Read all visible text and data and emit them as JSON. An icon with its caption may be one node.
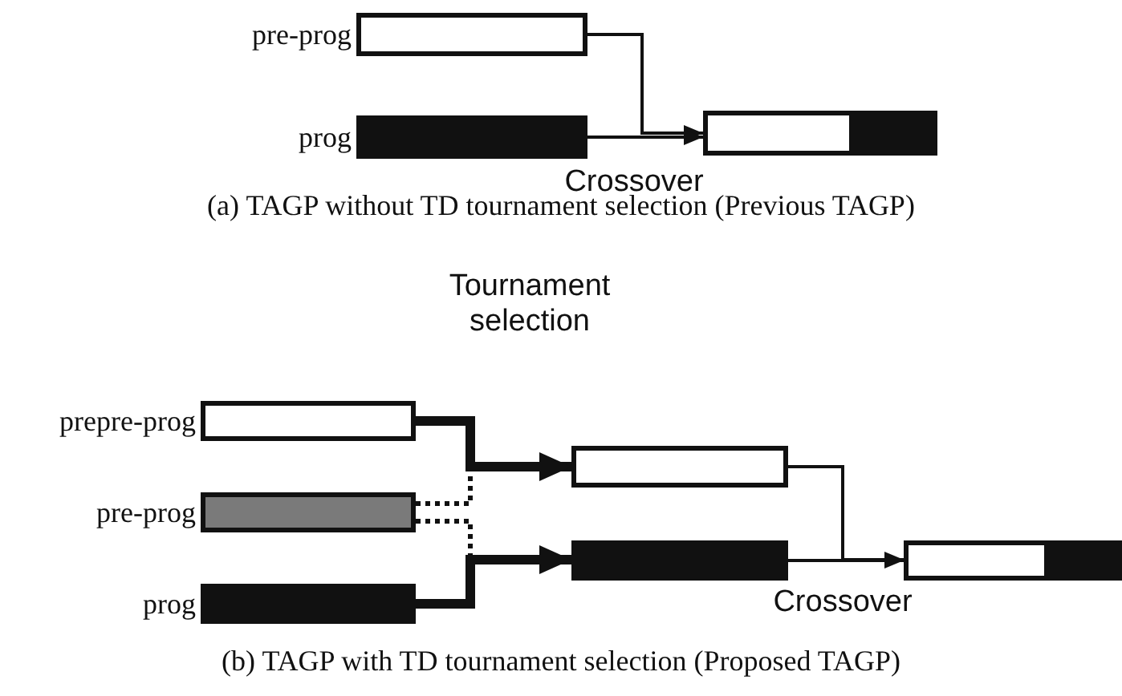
{
  "diagram": {
    "nodes": [
      {
        "text": [],
        "shape": "bar",
        "beside": [
          "pre-prog"
        ]
      },
      {
        "text": [],
        "shape": "bar",
        "beside": [
          "prog"
        ]
      },
      {
        "text": [],
        "shape": "bar"
      },
      {
        "text": [],
        "shape": "bar",
        "beside": [
          "prepre-prog"
        ]
      },
      {
        "text": [],
        "shape": "bar",
        "beside": [
          "pre-prog"
        ]
      },
      {
        "text": [],
        "shape": "bar",
        "beside": [
          "prog"
        ]
      },
      {
        "text": [],
        "shape": "bar"
      },
      {
        "text": [],
        "shape": "bar"
      },
      {
        "text": [],
        "shape": "bar"
      }
    ],
    "edges": [
      {
        "from": 0,
        "to": 2,
        "arrow": "to"
      },
      {
        "from": 1,
        "to": 2,
        "arrow": "to"
      },
      {
        "from": 4,
        "to": 6,
        "arrow": "none",
        "style": "dashed"
      },
      {
        "from": 4,
        "to": 7,
        "arrow": "none",
        "style": "dashed"
      },
      {
        "from": 3,
        "to": 6,
        "arrow": "to",
        "style": "thick"
      },
      {
        "from": 5,
        "to": 7,
        "arrow": "to",
        "style": "thick"
      },
      {
        "from": 6,
        "to": 8,
        "arrow": "to"
      },
      {
        "from": 7,
        "to": 8,
        "arrow": "to"
      }
    ],
    "labels": [
      "Crossover",
      "(a) TAGP without TD tournament selection (Previous TAGP)",
      "Tournament selection",
      "Crossover",
      "(b) TAGP with TD tournament selection (Proposed TAGP)"
    ]
  }
}
